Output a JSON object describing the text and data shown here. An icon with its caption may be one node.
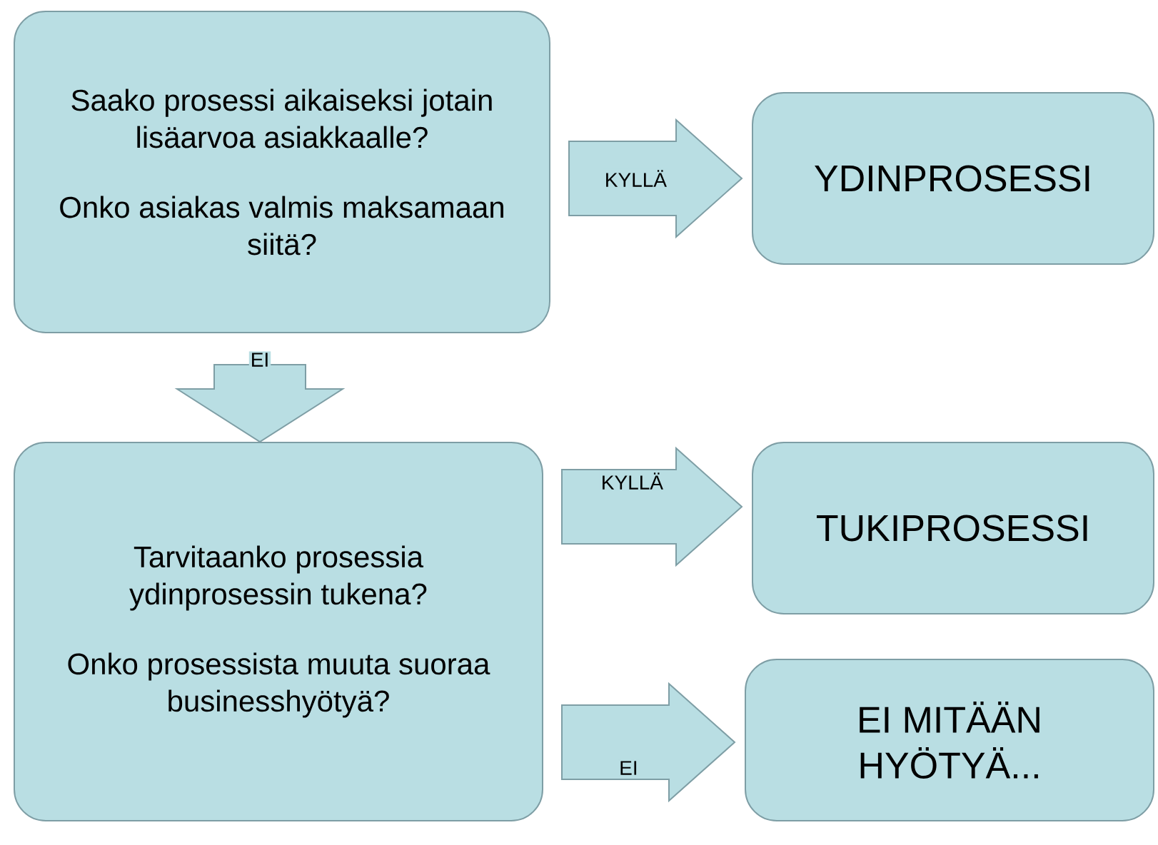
{
  "diagram": {
    "nodes": [
      {
        "text": [
          "Saako prosessi aikaiseksi jotain lisäarvoa asiakkaalle?",
          "Onko asiakas valmis maksamaan siitä?"
        ]
      },
      {
        "text": [
          "YDINPROSESSI"
        ]
      },
      {
        "text": [
          "Tarvitaanko prosessia ydinprosessin tukena?",
          "Onko prosessista muuta suoraa businesshyötyä?"
        ]
      },
      {
        "text": [
          "TUKIPROSESSI"
        ]
      },
      {
        "text": [
          "EI MITÄÄN HYÖTYÄ..."
        ]
      }
    ],
    "edges": [
      {
        "from": 0,
        "to": 1,
        "arrow": "to",
        "label": "KYLLÄ"
      },
      {
        "from": 0,
        "to": 2,
        "arrow": "to",
        "label": "EI"
      },
      {
        "from": 2,
        "to": 3,
        "arrow": "to",
        "label": "KYLLÄ"
      },
      {
        "from": 2,
        "to": 4,
        "arrow": "to",
        "label": "EI"
      }
    ]
  }
}
